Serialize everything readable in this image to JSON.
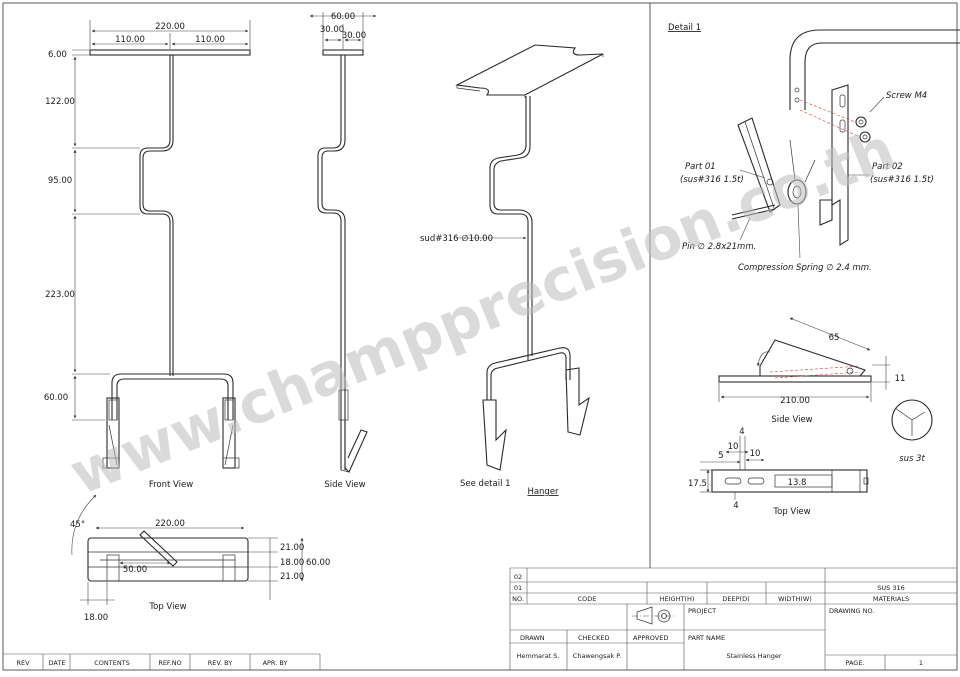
{
  "front_view": {
    "caption": "Front View",
    "dims": {
      "width_total": "220.00",
      "half_left": "110.00",
      "half_right": "110.00",
      "v_top": "6.00",
      "v_upper": "122.00",
      "v_mid": "95.00",
      "v_lower": "223.00",
      "v_bottom": "60.00"
    }
  },
  "side_view": {
    "caption": "Side View",
    "dims": {
      "width_total": "60.00",
      "half_left": "30.00",
      "half_right": "30.00"
    }
  },
  "top_view": {
    "caption": "Top View",
    "dims": {
      "angle": "45°",
      "width_total": "220.00",
      "inner": "50.00",
      "offset": "18.00",
      "h1": "21.00",
      "h2": "18.00",
      "h3": "21.00",
      "h_total": "60.00"
    }
  },
  "iso_view": {
    "caption": "Hanger",
    "rod_label": "sud#316 ∅10.00",
    "see_detail": "See detail 1"
  },
  "detail": {
    "title": "Detail 1",
    "screw": "Screw M4",
    "part01_name": "Part 01",
    "part01_mat": "(sus#316 1.5t)",
    "part02_name": "Part 02",
    "part02_mat": "(sus#316 1.5t)",
    "pin": "Pin ∅ 2.8x21mm.",
    "spring": "Compression Spring ∅ 2.4 mm."
  },
  "clip_side": {
    "caption": "Side View",
    "length": "210.00",
    "slant": "65",
    "height": "11",
    "note": "sus 3t"
  },
  "clip_top": {
    "caption": "Top View",
    "d4_top": "4",
    "d5": "5",
    "d10a": "10",
    "d10b": "10",
    "d17_5": "17.5",
    "d4_bottom": "4",
    "d13_8": "13.8"
  },
  "title_block": {
    "rev_rows": [
      "02",
      "01"
    ],
    "no_label": "NO.",
    "code_label": "CODE",
    "height_label": "HEIGHT(H)",
    "depth_label": "DEEP(D)",
    "width_label": "WIDTH(W)",
    "materials_label": "MATERIALS",
    "material_value": "SUS 316",
    "project_label": "PROJECT",
    "drawing_no_label": "DRAWING NO.",
    "drawn_label": "DRAWN",
    "checked_label": "CHECKED",
    "approved_label": "APPROVED",
    "drawn_by": "Hemmarat S.",
    "checked_by": "Chawengsak P.",
    "part_name_label": "PART NAME",
    "part_name": "Stainless Hanger",
    "page_label": "PAGE.",
    "page_value": "1",
    "rev_headers": [
      "REV",
      "DATE",
      "CONTENTS",
      "REF.NO",
      "REV. BY",
      "APR. BY"
    ]
  },
  "watermark": "www.champprecision.co.th"
}
